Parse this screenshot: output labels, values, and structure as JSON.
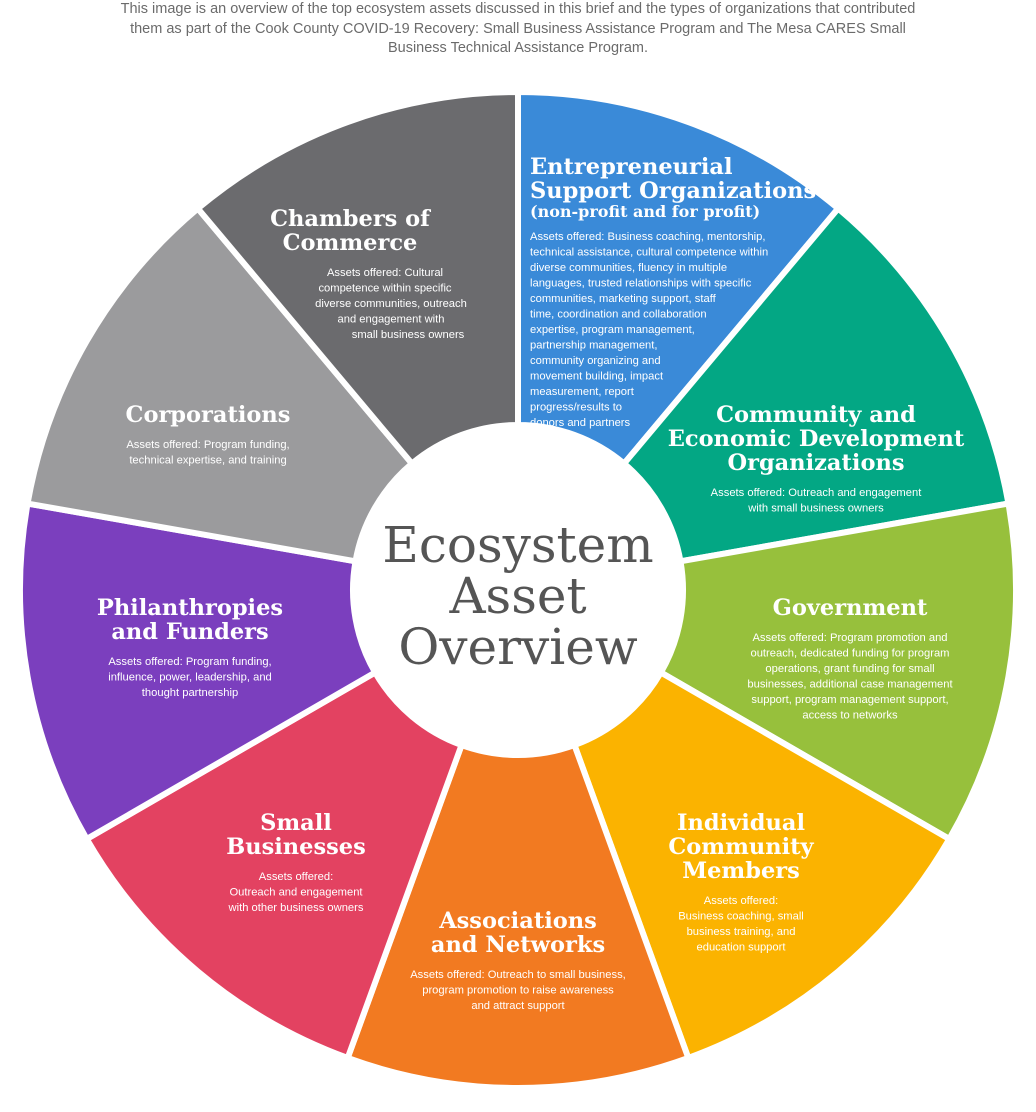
{
  "intro_text": "This image is an overview of the top ecosystem assets discussed in this brief and the types of organizations that contributed them as part of the Cook County COVID-19 Recovery: Small Business Assistance Program and The Mesa CARES Small Business Technical Assistance Program.",
  "center": {
    "title_lines": [
      "Ecosystem",
      "Asset",
      "Overview"
    ]
  },
  "segments": [
    {
      "id": "entrepreneurial-support-organizations",
      "color": "#3a8ad8",
      "title_lines": [
        "Entrepreneurial",
        "Support Organizations"
      ],
      "subtitle": "(non-profit and for profit)",
      "body_lines": [
        "Assets offered: Business coaching, mentorship,",
        "technical assistance, cultural competence within",
        "diverse communities, fluency in multiple",
        "languages, trusted relationships with specific",
        "communities, marketing support, staff",
        "time, coordination and collaboration",
        "expertise, program management,",
        "partnership management,",
        "community organizing and",
        "movement building, impact",
        "measurement, report",
        "progress/results to",
        "donors and partners"
      ]
    },
    {
      "id": "community-and-economic-development-organizations",
      "color": "#03a784",
      "title_lines": [
        "Community and",
        "Economic Development",
        "Organizations"
      ],
      "body_lines": [
        "Assets offered: Outreach and engagement",
        "with small business owners"
      ]
    },
    {
      "id": "government",
      "color": "#97c03c",
      "title_lines": [
        "Government"
      ],
      "body_lines": [
        "Assets offered: Program promotion and",
        "outreach, dedicated funding for program",
        "operations, grant funding for small",
        "businesses, additional case management",
        "support, program management support,",
        "access to networks"
      ]
    },
    {
      "id": "individual-community-members",
      "color": "#fbb300",
      "title_lines": [
        "Individual",
        "Community",
        "Members"
      ],
      "body_lines": [
        "Assets offered:",
        "Business coaching, small",
        "business training, and",
        "education support"
      ]
    },
    {
      "id": "associations-and-networks",
      "color": "#f27a21",
      "title_lines": [
        "Associations",
        "and Networks"
      ],
      "body_lines": [
        "Assets offered: Outreach to small business,",
        "program promotion to raise awareness",
        "and attract support"
      ]
    },
    {
      "id": "small-businesses",
      "color": "#e34261",
      "title_lines": [
        "Small",
        "Businesses"
      ],
      "body_lines": [
        "Assets offered:",
        "Outreach and engagement",
        "with other business owners"
      ]
    },
    {
      "id": "philanthropies-and-funders",
      "color": "#7b3fbe",
      "title_lines": [
        "Philanthropies",
        "and Funders"
      ],
      "body_lines": [
        "Assets offered: Program funding,",
        "influence, power, leadership, and",
        "thought partnership"
      ]
    },
    {
      "id": "corporations",
      "color": "#9b9b9d",
      "title_lines": [
        "Corporations"
      ],
      "body_lines": [
        "Assets offered: Program funding,",
        "technical expertise, and training"
      ]
    },
    {
      "id": "chambers-of-commerce",
      "color": "#6b6b6e",
      "title_lines": [
        "Chambers of",
        "Commerce"
      ],
      "body_lines": [
        "Assets offered: Cultural",
        "competence within specific",
        "diverse communities, outreach",
        "and engagement with",
        "small business owners"
      ]
    }
  ]
}
